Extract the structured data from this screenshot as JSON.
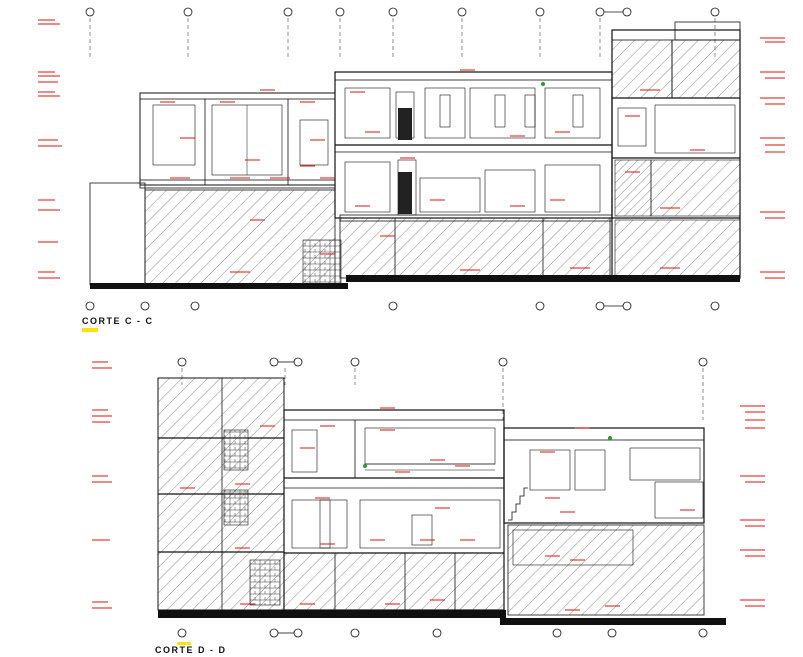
{
  "sections": [
    {
      "id": "cc",
      "title": "CORTE C - C"
    },
    {
      "id": "dd",
      "title": "CORTE D - D"
    }
  ],
  "colors": {
    "line": "#111111",
    "hatch": "#333333",
    "annotation": "#e01010",
    "highlight": "#f5e600",
    "ground": "#111111",
    "opening": "#2a9d2a"
  },
  "icons": [
    "grid-bubble-icon",
    "level-tag-icon",
    "stair-icon",
    "window-icon"
  ]
}
